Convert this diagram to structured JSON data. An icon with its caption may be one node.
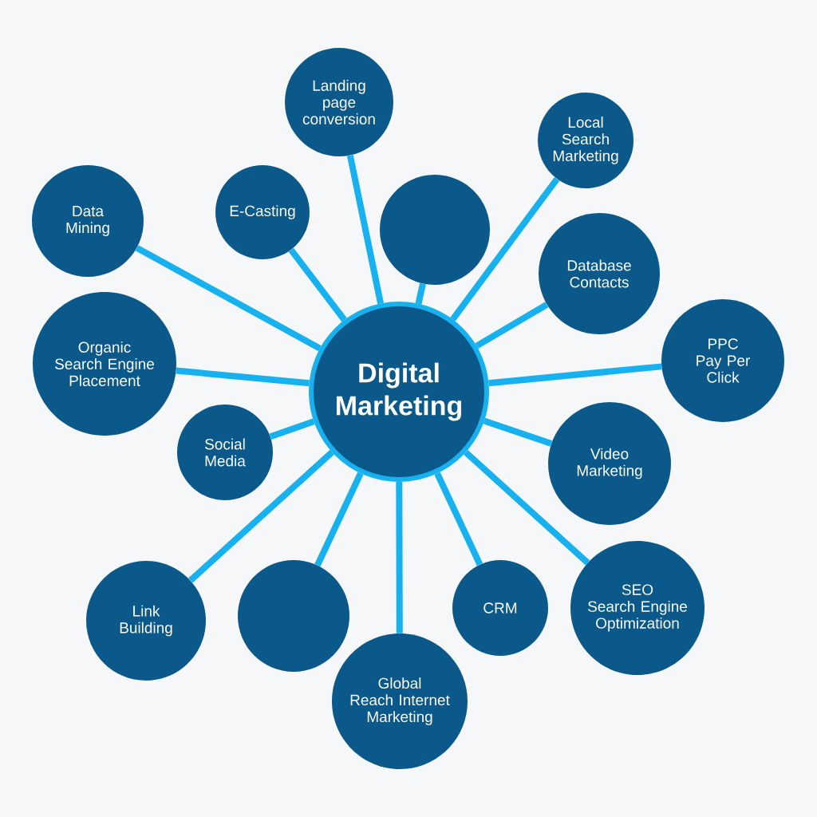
{
  "diagram": {
    "nodes": [
      {
        "text": [
          "Digital Marketing"
        ]
      },
      {
        "text": [
          "Landing page conversion"
        ]
      },
      {
        "text": [
          "Local Search Marketing"
        ]
      },
      {
        "text": [
          "Data Mining"
        ]
      },
      {
        "text": [
          "E-Casting"
        ]
      },
      {
        "text": [],
        "shape": "circle"
      },
      {
        "text": [
          "Database Contacts"
        ]
      },
      {
        "text": [
          "Organic Search Engine Placement"
        ]
      },
      {
        "text": [
          "PPC Pay Per Click"
        ]
      },
      {
        "text": [
          "Social Media"
        ]
      },
      {
        "text": [
          "Video Marketing"
        ]
      },
      {
        "text": [
          "Link Building"
        ]
      },
      {
        "text": [],
        "shape": "circle"
      },
      {
        "text": [
          "CRM"
        ]
      },
      {
        "text": [
          "SEO Search Engine Optimization"
        ]
      },
      {
        "text": [
          "Global Reach Internet Marketing"
        ]
      }
    ],
    "edges": [
      {
        "from": 0,
        "to": 1,
        "arrow": "none"
      },
      {
        "from": 0,
        "to": 2,
        "arrow": "none"
      },
      {
        "from": 0,
        "to": 3,
        "arrow": "none"
      },
      {
        "from": 0,
        "to": 4,
        "arrow": "none"
      },
      {
        "from": 0,
        "to": 5,
        "arrow": "none"
      },
      {
        "from": 0,
        "to": 6,
        "arrow": "none"
      },
      {
        "from": 0,
        "to": 7,
        "arrow": "none"
      },
      {
        "from": 0,
        "to": 8,
        "arrow": "none"
      },
      {
        "from": 0,
        "to": 9,
        "arrow": "none"
      },
      {
        "from": 0,
        "to": 10,
        "arrow": "none"
      },
      {
        "from": 0,
        "to": 11,
        "arrow": "none"
      },
      {
        "from": 0,
        "to": 12,
        "arrow": "none"
      },
      {
        "from": 0,
        "to": 13,
        "arrow": "none"
      },
      {
        "from": 0,
        "to": 14,
        "arrow": "none"
      },
      {
        "from": 0,
        "to": 15,
        "arrow": "none"
      }
    ]
  }
}
